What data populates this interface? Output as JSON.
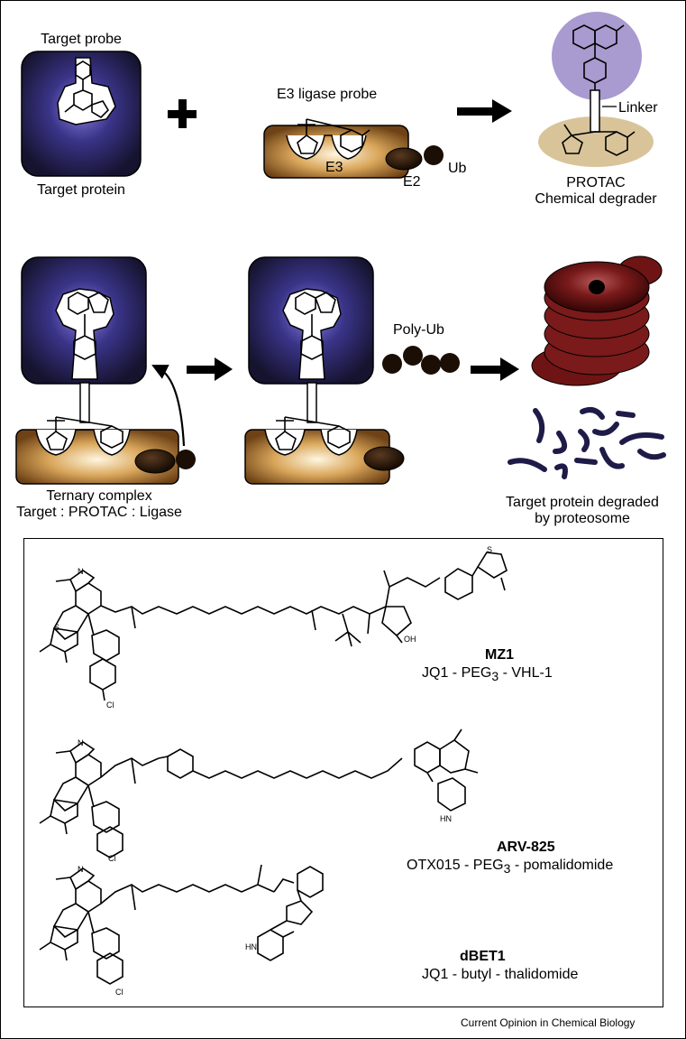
{
  "scheme": {
    "target_probe": "Target probe",
    "target_protein": "Target protein",
    "e3_ligase_probe": "E3 ligase probe",
    "e3": "E3",
    "e2": "E2",
    "ub": "Ub",
    "linker": "Linker",
    "protac": "PROTAC",
    "chemical_degrader": "Chemical degrader",
    "poly_ub": "Poly-Ub",
    "ternary_complex": "Ternary complex",
    "ternary_parts": "Target : PROTAC : Ligase",
    "degraded_line1": "Target protein degraded",
    "degraded_line2": "by proteosome"
  },
  "compounds": [
    {
      "name": "MZ1",
      "description_pre": "JQ1 - PEG",
      "subscript": "3",
      "description_post": " - VHL-1"
    },
    {
      "name": "ARV-825",
      "description_pre": "OTX015 - PEG",
      "subscript": "3",
      "description_post": " - pomalidomide"
    },
    {
      "name": "dBET1",
      "description_pre": "JQ1 - butyl - thalidomide",
      "subscript": "",
      "description_post": ""
    }
  ],
  "atoms": {
    "n": "N",
    "s": "S",
    "o": "O",
    "h_n": "H",
    "n_h": "N",
    "cl": "Cl",
    "oh": "OH",
    "hn": "HN"
  },
  "credit": "Current Opinion in Chemical Biology",
  "colors": {
    "target_dark": "#1a1840",
    "target_glow": "#6b5fc0",
    "ligase_brown": "#8a5a28",
    "ligase_glow": "#f3e3c4",
    "proteasome": "#6e1414",
    "protac_purple": "#a99ad0",
    "protac_tan": "#d9c49a"
  }
}
